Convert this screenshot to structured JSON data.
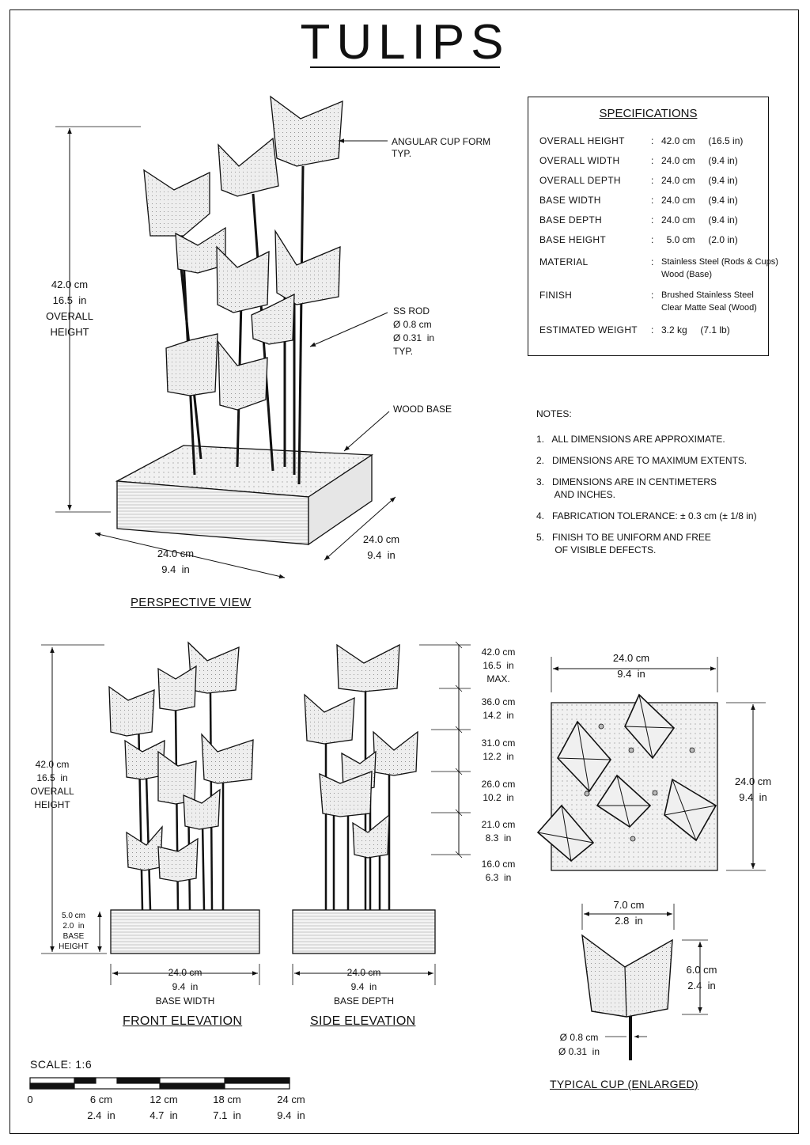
{
  "title": "TULIPS",
  "specifications": {
    "heading": "SPECIFICATIONS",
    "rows": [
      {
        "label": "OVERALL HEIGHT",
        "value": "42.0 cm     (16.5 in)"
      },
      {
        "label": "OVERALL WIDTH",
        "value": "24.0 cm     (9.4 in)"
      },
      {
        "label": "OVERALL DEPTH",
        "value": "24.0 cm     (9.4 in)"
      },
      {
        "label": "BASE WIDTH",
        "value": "24.0 cm     (9.4 in)"
      },
      {
        "label": "BASE DEPTH",
        "value": "24.0 cm     (9.4 in)"
      },
      {
        "label": "BASE HEIGHT",
        "value": "  5.0 cm     (2.0 in)"
      },
      {
        "label": "MATERIAL",
        "value": "Stainless Steel (Rods & Cups)\nWood (Base)"
      },
      {
        "label": "FINISH",
        "value": "Brushed Stainless Steel\nClear Matte Seal (Wood)"
      },
      {
        "label": "ESTIMATED WEIGHT",
        "value": "3.2 kg     (7.1 lb)"
      }
    ]
  },
  "notes": {
    "heading": "NOTES:",
    "items": [
      "1.   ALL DIMENSIONS ARE APPROXIMATE.",
      "2.   DIMENSIONS ARE TO MAXIMUM EXTENTS.",
      "3.   DIMENSIONS ARE IN CENTIMETERS\n       AND INCHES.",
      "4.   FABRICATION TOLERANCE: ± 0.3 cm (± 1/8 in)",
      "5.   FINISH TO BE UNIFORM AND FREE\n       OF VISIBLE DEFECTS."
    ]
  },
  "perspective": {
    "title": "PERSPECTIVE VIEW",
    "height_label": "42.0 cm\n16.5  in\nOVERALL\nHEIGHT",
    "callout_cup": "ANGULAR CUP FORM\nTYP.",
    "callout_rod": "SS ROD\nØ 0.8 cm\nØ 0.31  in\nTYP.",
    "callout_base": "WOOD BASE",
    "width_label": "24.0 cm\n9.4  in",
    "depth_label": "24.0 cm\n9.4  in"
  },
  "front_elevation": {
    "title": "FRONT ELEVATION",
    "height_label": "42.0 cm\n16.5  in\nOVERALL\nHEIGHT",
    "base_height_label": "5.0 cm\n2.0  in\nBASE\nHEIGHT",
    "width_label": "24.0 cm\n9.4  in\nBASE WIDTH"
  },
  "side_elevation": {
    "title": "SIDE ELEVATION",
    "depth_label": "24.0 cm\n9.4  in\nBASE DEPTH",
    "levels": [
      "42.0 cm\n16.5  in\nMAX.",
      "36.0 cm\n14.2  in",
      "31.0 cm\n12.2  in",
      "26.0 cm\n10.2  in",
      "21.0 cm\n8.3  in",
      "16.0 cm\n6.3  in"
    ]
  },
  "plan_view": {
    "width_label": "24.0 cm\n9.4  in",
    "depth_label": "24.0 cm\n9.4  in"
  },
  "typical_cup": {
    "title": "TYPICAL CUP  (ENLARGED)",
    "width_label": "7.0 cm\n2.8  in",
    "height_label": "6.0 cm\n2.4  in",
    "rod_label": "Ø 0.8 cm\nØ 0.31  in"
  },
  "scale_bar": {
    "label": "SCALE:   1:6",
    "ticks": [
      "0",
      "6 cm\n2.4  in",
      "12 cm\n4.7  in",
      "18 cm\n7.1  in",
      "24 cm\n9.4  in"
    ]
  }
}
